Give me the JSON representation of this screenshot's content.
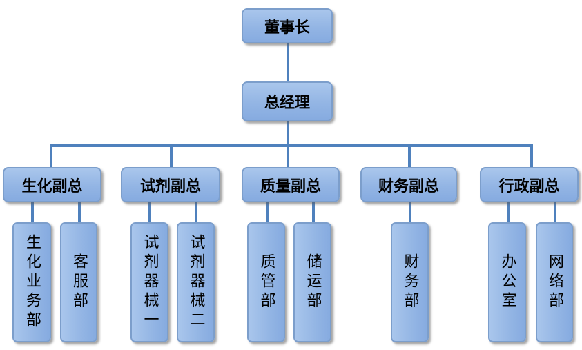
{
  "chairman": "董事长",
  "general_manager": "总经理",
  "vps": [
    {
      "label": "生化副总",
      "depts": [
        "生化业务部",
        "客服部"
      ]
    },
    {
      "label": "试剂副总",
      "depts": [
        "试剂器械一",
        "试剂器械二"
      ]
    },
    {
      "label": "质量副总",
      "depts": [
        "质管部",
        "储运部"
      ]
    },
    {
      "label": "财务副总",
      "depts": [
        "财务部"
      ]
    },
    {
      "label": "行政副总",
      "depts": [
        "办公室",
        "网络部"
      ]
    }
  ]
}
